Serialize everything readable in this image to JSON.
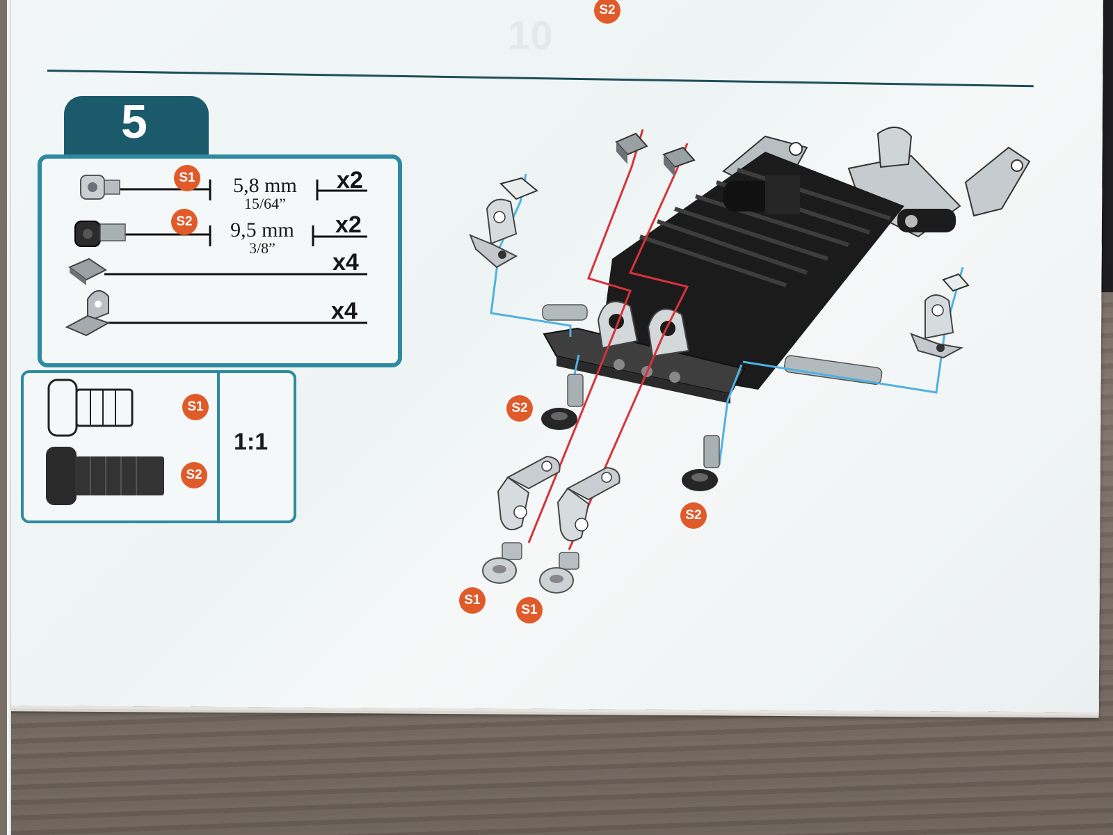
{
  "step": {
    "number": "5"
  },
  "parts": [
    {
      "badge": "S1",
      "size_main": "5,8 mm",
      "size_sub": "15/64”",
      "qty": "x2"
    },
    {
      "badge": "S2",
      "size_main": "9,5 mm",
      "size_sub": "3/8”",
      "qty": "x2"
    },
    {
      "qty": "x4"
    },
    {
      "qty": "x4"
    }
  ],
  "scale": {
    "s1": "S1",
    "s2": "S2",
    "ratio": "1:1"
  },
  "diagram_badges": {
    "top": "S2",
    "left_screw": "S2",
    "right_screw": "S2",
    "bottom_left": "S1",
    "bottom_right": "S1"
  },
  "faded_prev_step": "10",
  "colors": {
    "tab": "#1b5a6a",
    "frame": "#2d8aa0",
    "badge": "#e05a2a",
    "guide_red": "#d8323a",
    "guide_blue": "#4fb1e0"
  }
}
